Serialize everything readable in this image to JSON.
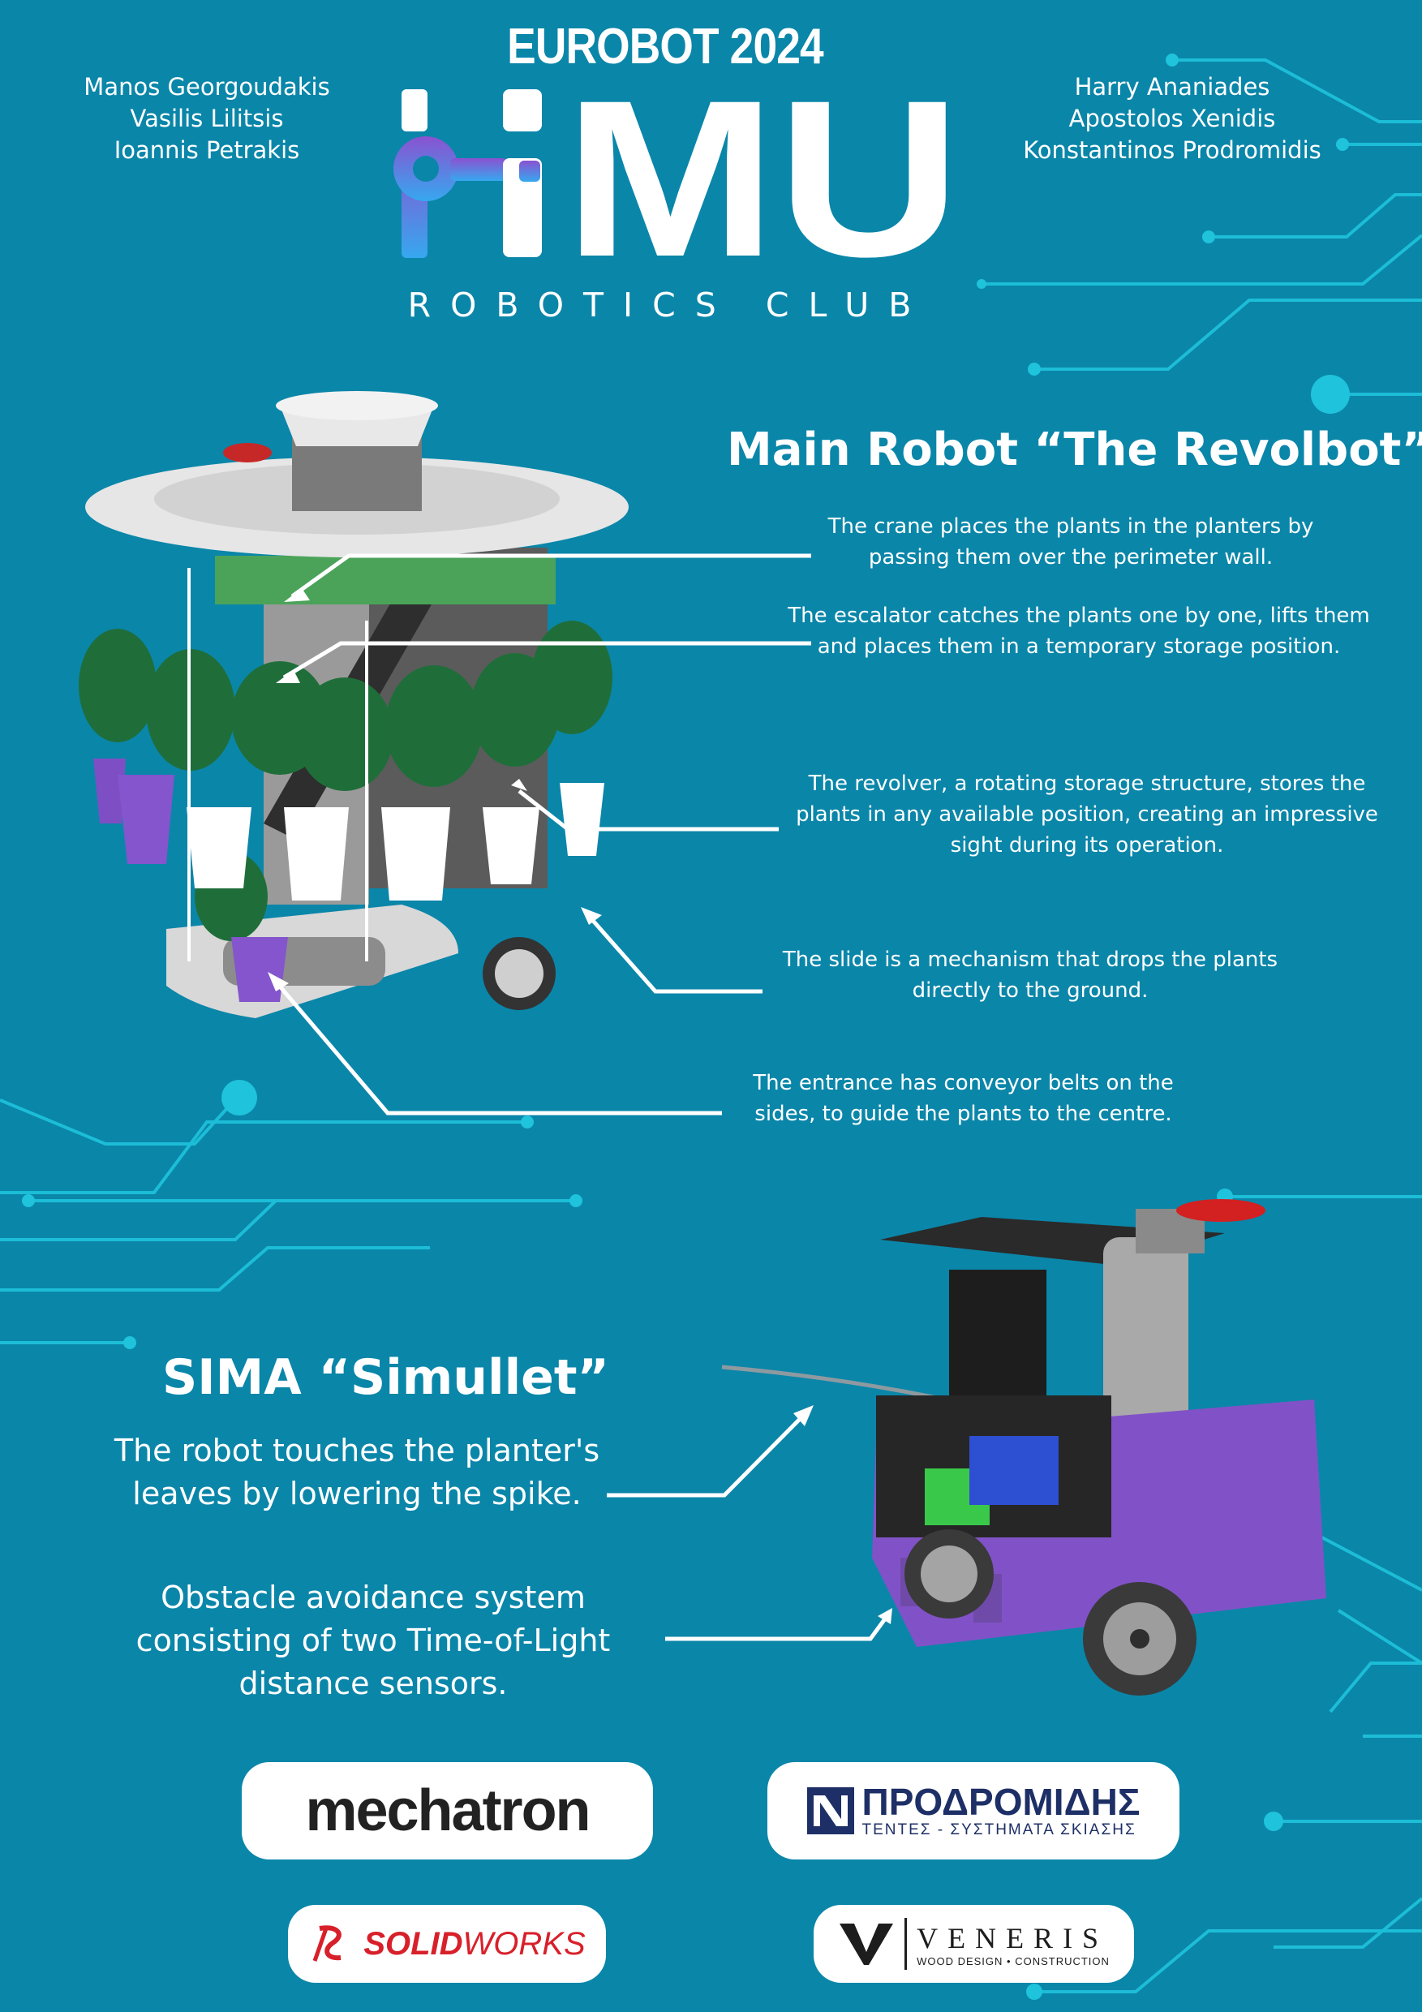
{
  "event_title": "EUROBOT 2024",
  "team_left": [
    "Manos Georgoudakis",
    "Vasilis Lilitsis",
    "Ioannis Petrakis"
  ],
  "team_right": [
    "Harry Ananiades",
    "Apostolos Xenidis",
    "Konstantinos Prodromidis"
  ],
  "logo": {
    "letters": "MU",
    "subtitle": "ROBOTICS CLUB"
  },
  "main_robot": {
    "title": "Main Robot  “The Revolbot”",
    "features": [
      "The crane places the plants in the planters by passing them over the perimeter wall.",
      "The escalator catches the plants one by one, lifts them and places them in a temporary storage position.",
      "The revolver, a rotating storage structure, stores the plants in any available position, creating an impressive sight during its operation.",
      "The slide is a mechanism that drops the plants directly to the ground.",
      "The entrance has conveyor belts on the sides, to guide the plants to the centre."
    ]
  },
  "sima": {
    "title": "SIMA “Simullet”",
    "features": [
      "The robot touches the planter's leaves by lowering the spike.",
      "Obstacle avoidance system consisting of two Time-of-Light distance sensors."
    ]
  },
  "sponsors": {
    "mechatron": "mechatron",
    "prodromidis": "ΠΡΟΔΡΟΜΙΔΗΣ",
    "prodromidis_sub": "ΤΕΝΤΕΣ - ΣΥΣΤΗΜΑΤΑ ΣΚΙΑΣΗΣ",
    "solidworks_a": "SOLID",
    "solidworks_b": "WORKS",
    "veneris": "VENERIS",
    "veneris_sub": "WOOD DESIGN • CONSTRUCTION"
  },
  "colors": {
    "background": "#0a86a9",
    "circuit": "#1fc3dc",
    "accent_purple": "#7b4fc8",
    "accent_blue": "#3f8fe0",
    "solidworks_red": "#d8202a",
    "prodromidis_navy": "#1d2f66"
  }
}
